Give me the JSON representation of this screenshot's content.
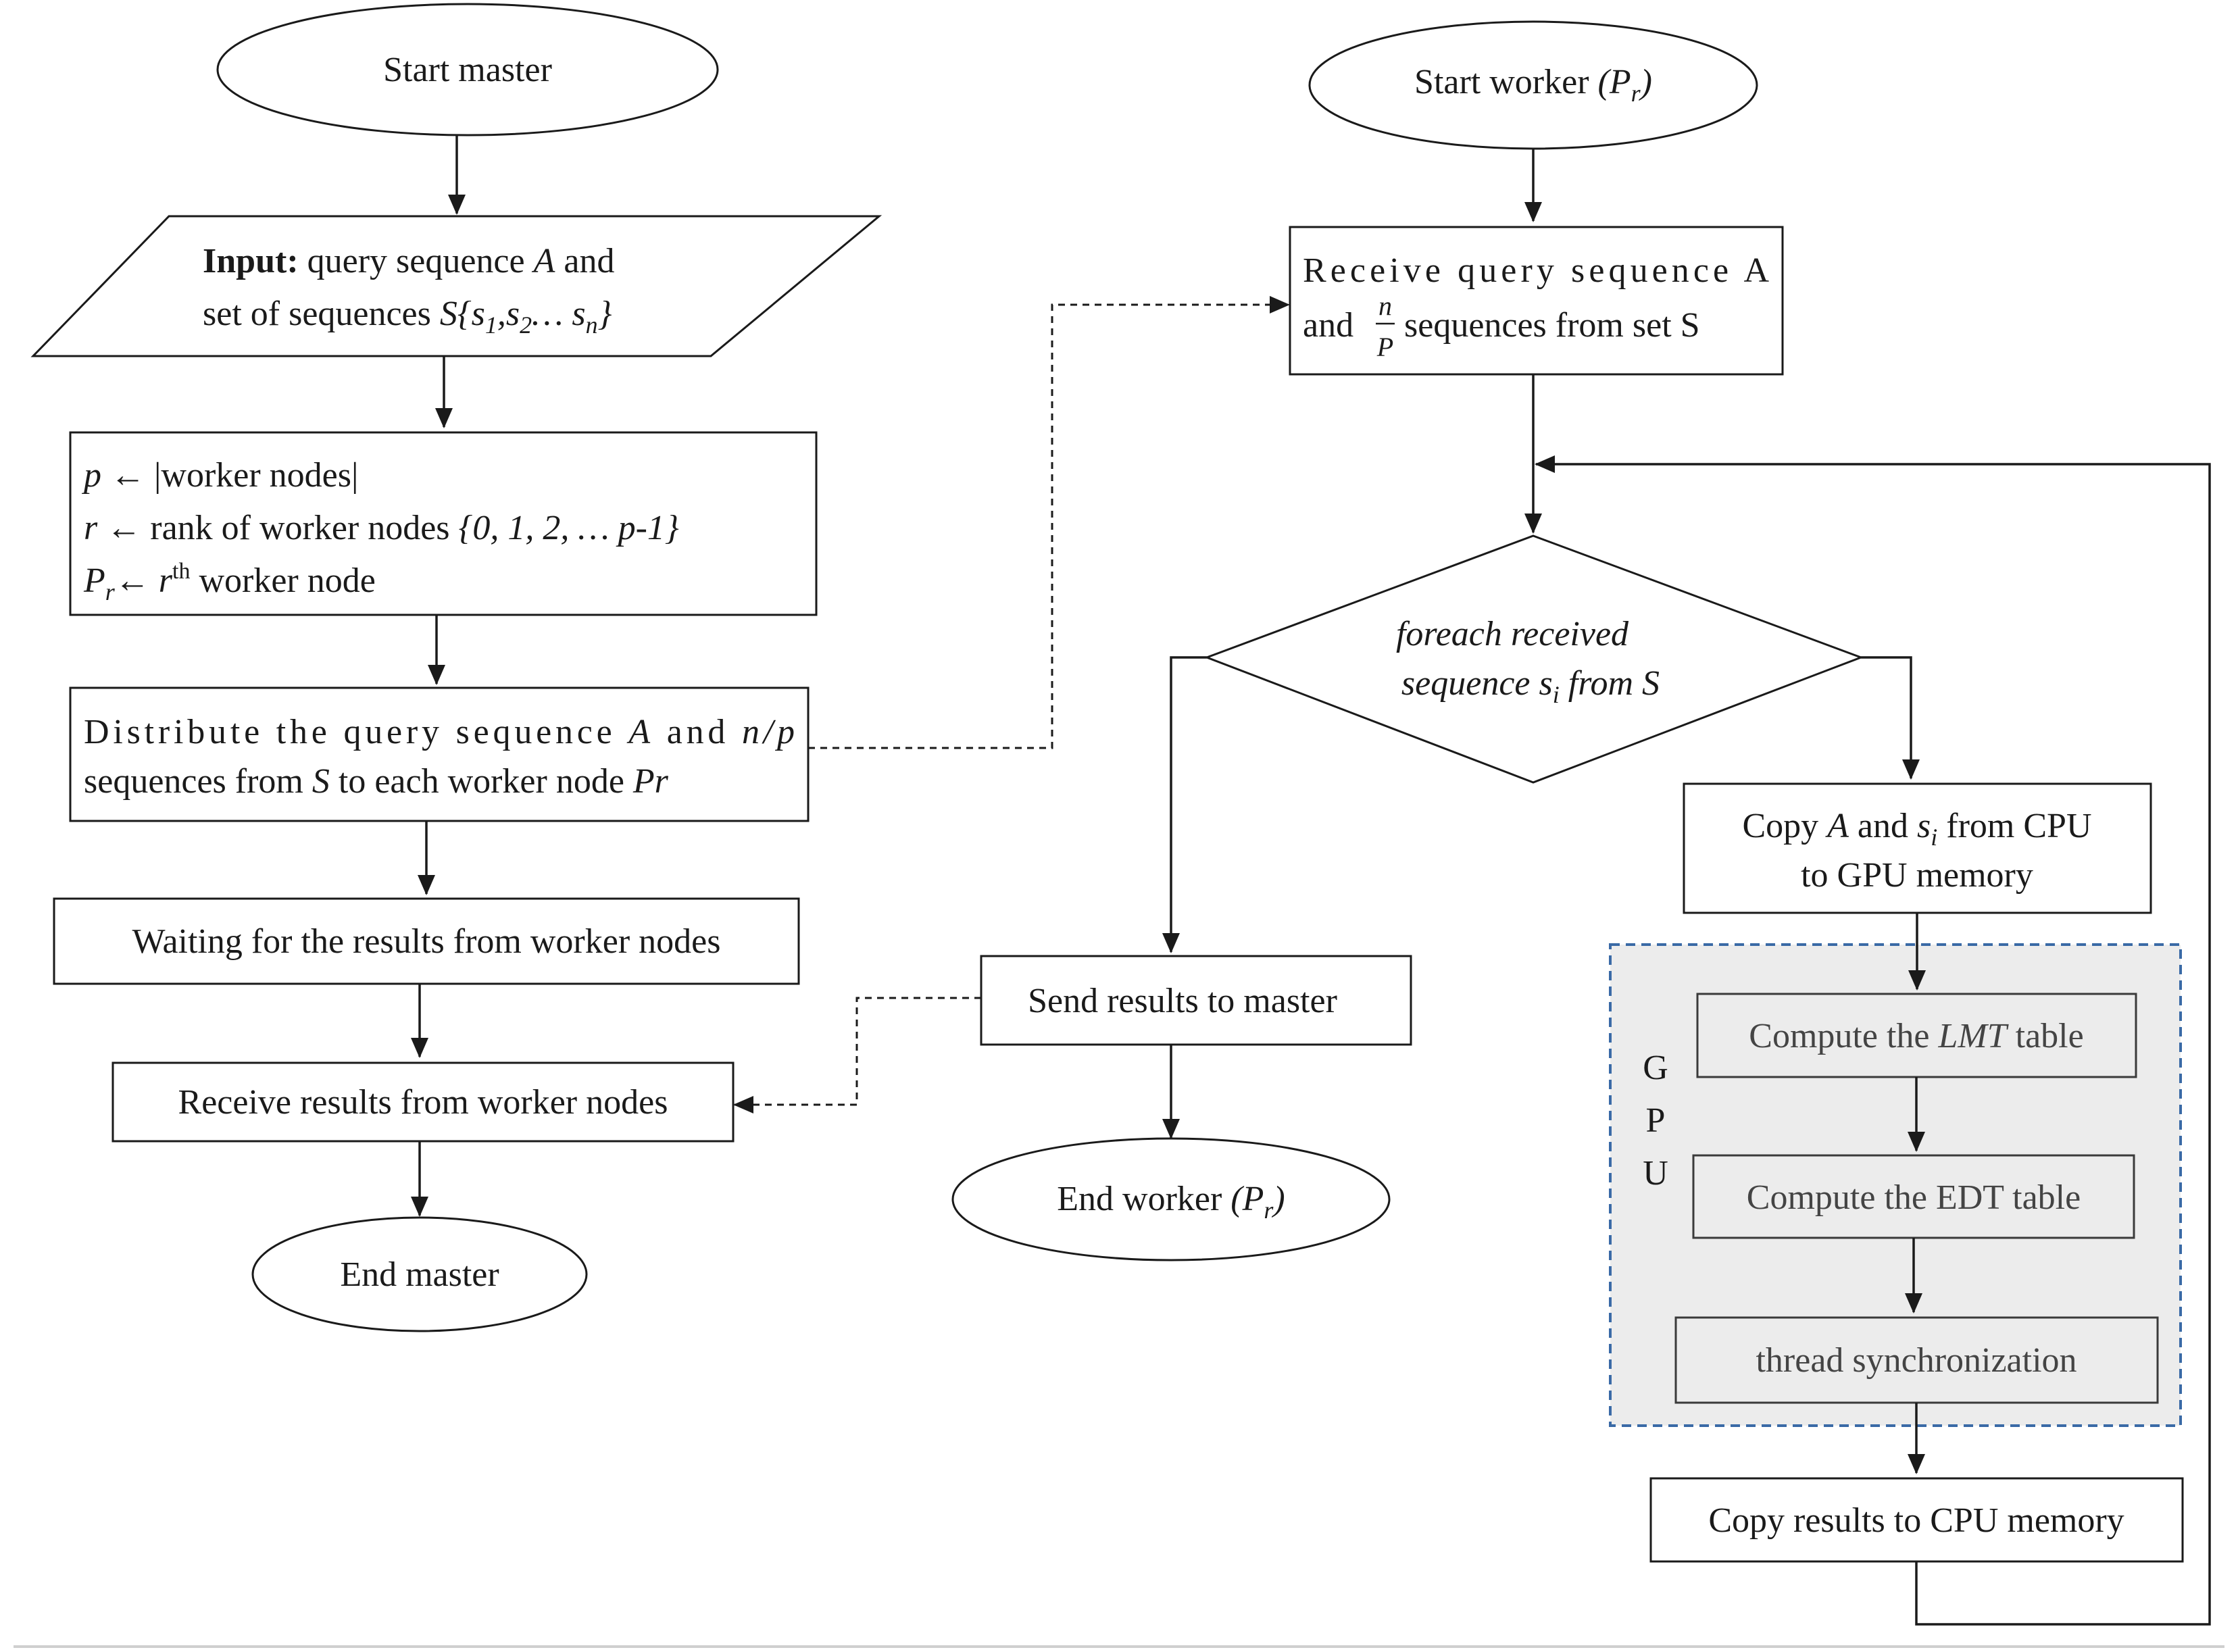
{
  "master": {
    "start": "Start master",
    "input_bold": "Input:",
    "input_line1_a": " query sequence ",
    "input_line1_var": "A",
    "input_line1_b": " and",
    "input_line2_a": "set of sequences ",
    "input_line2_set": "S{s",
    "input_sub1": "1",
    "input_comma": ",s",
    "input_sub2": "2",
    "input_dots": "… s",
    "input_subn": "n",
    "input_close": "}",
    "assign_p_var": "p",
    "assign_p_arrow": " ← ",
    "assign_p_text": "|worker nodes|",
    "assign_r_var": "r",
    "assign_r_arrow": " ← ",
    "assign_r_text": "rank of worker nodes ",
    "assign_r_set": "{0, 1, 2, … p-1}",
    "assign_P_var": "P",
    "assign_P_sub": "r",
    "assign_P_arrow": "← ",
    "assign_P_r": "r",
    "assign_P_sup": "th",
    "assign_P_text": " worker node",
    "distribute_line1_a": "Distribute the query sequence ",
    "distribute_line1_var": "A",
    "distribute_line1_b": " and ",
    "distribute_line1_np": "n/p",
    "distribute_line2_a": "sequences from ",
    "distribute_line2_var": "S",
    "distribute_line2_b": " to each worker node ",
    "distribute_line2_pr": "Pr",
    "waiting": "Waiting for the results from worker nodes",
    "receive": "Receive results from worker nodes",
    "end": "End master"
  },
  "worker": {
    "start_text": "Start worker ",
    "start_var": "(P",
    "start_sub": "r",
    "start_close": ")",
    "receive_line1": "Receive query sequence A",
    "receive_line2_a": "and ",
    "receive_frac_num": "n",
    "receive_frac_den": "P",
    "receive_line2_b": " sequences from set S",
    "foreach_line1": "foreach received",
    "foreach_line2_a": "sequence ",
    "foreach_line2_s": "s",
    "foreach_line2_sub": "i",
    "foreach_line2_b": " from S",
    "copy_in_line1_a": "Copy ",
    "copy_in_line1_var": "A",
    "copy_in_line1_b": " and ",
    "copy_in_line1_s": "s",
    "copy_in_line1_sub": "i",
    "copy_in_line1_c": " from CPU",
    "copy_in_line2": "to GPU memory",
    "send": "Send results to master",
    "end_text": "End worker ",
    "end_var": "(P",
    "end_sub": "r",
    "end_close": ")",
    "copy_out": "Copy results to CPU memory"
  },
  "gpu": {
    "label_g": "G",
    "label_p": "P",
    "label_u": "U",
    "lmt_a": "Compute the ",
    "lmt_var": "LMT",
    "lmt_b": " table",
    "edt": "Compute the EDT table",
    "sync": "thread synchronization"
  },
  "colors": {
    "gpu_border": "#3a6aa6",
    "gpu_fill": "#ececec"
  }
}
